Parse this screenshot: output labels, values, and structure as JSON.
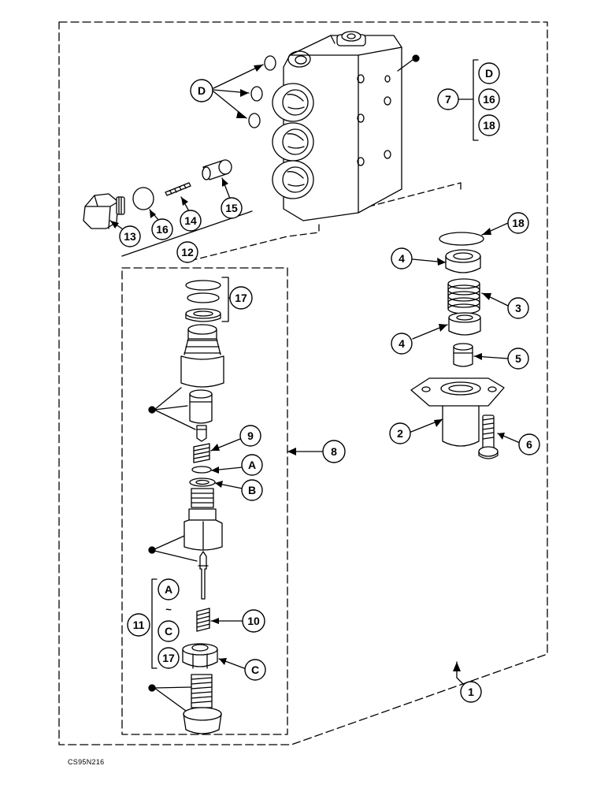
{
  "callouts": {
    "c1": "1",
    "c2": "2",
    "c3": "3",
    "c4a": "4",
    "c4b": "4",
    "c5": "5",
    "c6": "6",
    "c7": "7",
    "c8": "8",
    "c9": "9",
    "c10": "10",
    "c11": "11",
    "c12": "12",
    "c13": "13",
    "c14": "14",
    "c15": "15",
    "c16a": "16",
    "c16b": "16",
    "c17a": "17",
    "c17b": "17",
    "c18a": "18",
    "c18b": "18",
    "cDa": "D",
    "cDb": "D",
    "cAa": "A",
    "cAb": "A",
    "cB": "B",
    "cCa": "C",
    "cCb": "C",
    "tilde": "~"
  },
  "reference_code": "CS95N216"
}
